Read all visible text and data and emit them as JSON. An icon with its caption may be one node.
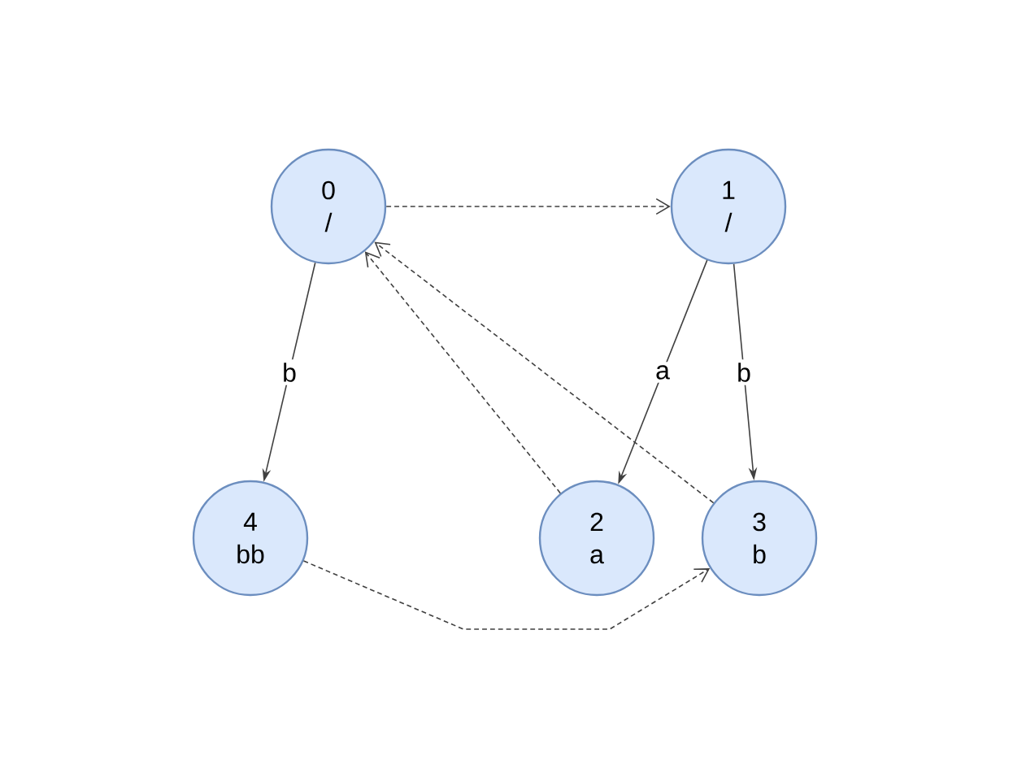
{
  "diagram": {
    "nodes": [
      {
        "text": [
          "0",
          "/"
        ]
      },
      {
        "text": [
          "1",
          "/"
        ]
      },
      {
        "text": [
          "4",
          "bb"
        ]
      },
      {
        "text": [
          "2",
          "a"
        ]
      },
      {
        "text": [
          "3",
          "b"
        ]
      }
    ],
    "edges": [
      {
        "from": 0,
        "to": 1,
        "arrow": "to",
        "style": "dashed"
      },
      {
        "from": 0,
        "to": 2,
        "arrow": "to",
        "label": "b"
      },
      {
        "from": 1,
        "to": 3,
        "arrow": "to",
        "label": "a"
      },
      {
        "from": 1,
        "to": 4,
        "arrow": "to",
        "label": "b"
      },
      {
        "from": 3,
        "to": 0,
        "arrow": "to",
        "style": "dashed"
      },
      {
        "from": 4,
        "to": 0,
        "arrow": "to",
        "style": "dashed"
      },
      {
        "from": 2,
        "to": 4,
        "arrow": "to",
        "style": "dashed"
      }
    ]
  }
}
